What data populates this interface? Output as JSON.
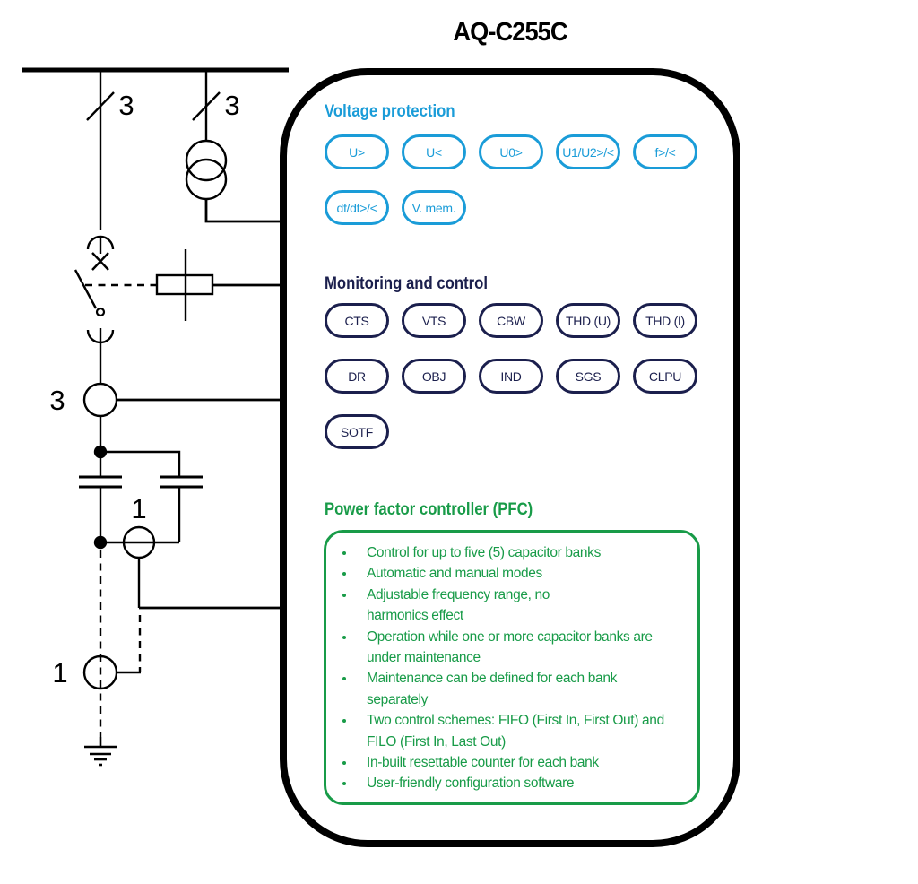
{
  "title": "AQ-C255C",
  "colors": {
    "cyan": "#1A9CD8",
    "navy": "#1B1F4D",
    "green": "#189B48",
    "ink": "#000000"
  },
  "sections": {
    "voltage": {
      "heading": "Voltage protection",
      "pills": [
        "U>",
        "U<",
        "U0>",
        "U1/U2>/<",
        "f>/<",
        "df/dt>/<",
        "V. mem."
      ]
    },
    "monitoring": {
      "heading": "Monitoring and control",
      "pills": [
        "CTS",
        "VTS",
        "CBW",
        "THD (U)",
        "THD (I)",
        "DR",
        "OBJ",
        "IND",
        "SGS",
        "CLPU",
        "SOTF"
      ]
    },
    "pfc": {
      "heading": "Power factor controller (PFC)",
      "items": [
        [
          "Control for up to five (5) capacitor banks"
        ],
        [
          "Automatic and manual modes"
        ],
        [
          "Adjustable frequency range, no",
          "harmonics effect"
        ],
        [
          "Operation while one or more capacitor banks are",
          "under maintenance"
        ],
        [
          "Maintenance can be defined for each bank",
          "separately"
        ],
        [
          "Two control schemes: FIFO (First In, First Out) and",
          "FILO (First In, Last Out)"
        ],
        [
          "In-built resettable counter for each bank"
        ],
        [
          "User-friendly configuration software"
        ]
      ]
    }
  },
  "diagram": {
    "feeder1_phases": "3",
    "feeder2_phases": "3",
    "ct3_phases": "3",
    "ct1_label": "1",
    "ct1b_label": "1"
  }
}
